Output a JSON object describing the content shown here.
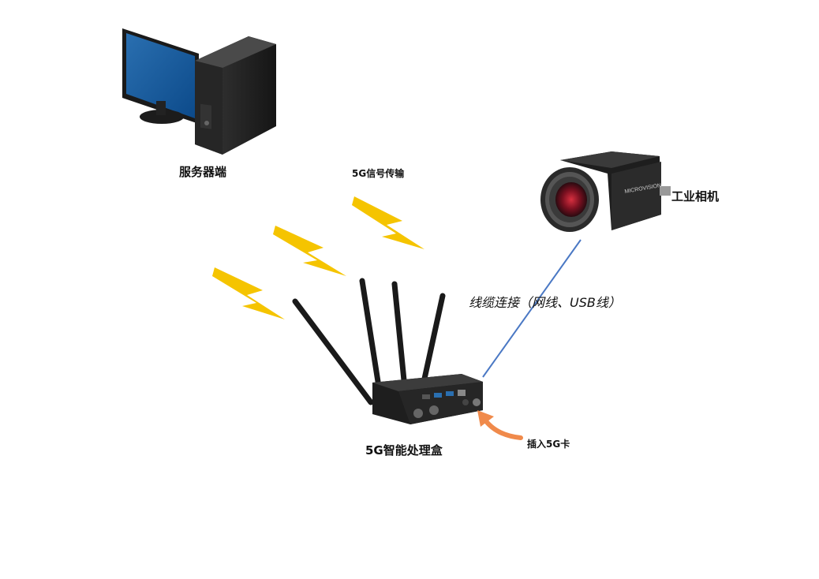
{
  "nodes": {
    "server": {
      "label": "服务器端",
      "icon": "computer-icon"
    },
    "camera": {
      "label": "工业相机",
      "icon": "industrial-camera-icon",
      "brand": "MICROVISION"
    },
    "box": {
      "label": "5G智能处理盒",
      "icon": "edge-router-icon"
    }
  },
  "signal": {
    "label": "5G信号传输",
    "icon": "lightning-signal-icon",
    "color": "#f5c400"
  },
  "cable": {
    "label": "线缆连接（网线、USB线）",
    "color": "#4a78c4"
  },
  "sim": {
    "label": "插入5G卡",
    "color": "#f08a4b"
  }
}
